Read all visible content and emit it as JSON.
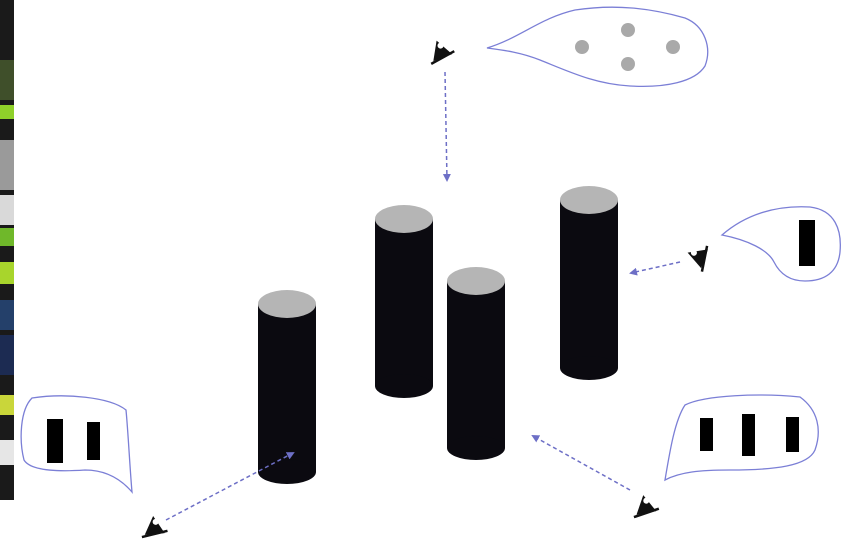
{
  "colors": {
    "background": "#ffffff",
    "pillar_body": "#0b0a10",
    "pillar_top": "#b5b5b5",
    "bubble_outline": "#7b7fd6",
    "view_arrow": "#6d6fc6",
    "bubble_dot": "#a9a9a9",
    "bubble_bar": "#000000",
    "observer": "#111111"
  },
  "scene": {
    "pillar_count": 4,
    "observers": [
      {
        "id": "top",
        "icon": "observer-icon",
        "bubble": {
          "content": "dots",
          "count": 4
        }
      },
      {
        "id": "right",
        "icon": "observer-icon",
        "bubble": {
          "content": "bars",
          "count": 1
        }
      },
      {
        "id": "bottom-right",
        "icon": "observer-icon",
        "bubble": {
          "content": "bars",
          "count": 3
        }
      },
      {
        "id": "bottom-left",
        "icon": "observer-icon",
        "bubble": {
          "content": "bars",
          "count": 2
        }
      }
    ]
  }
}
